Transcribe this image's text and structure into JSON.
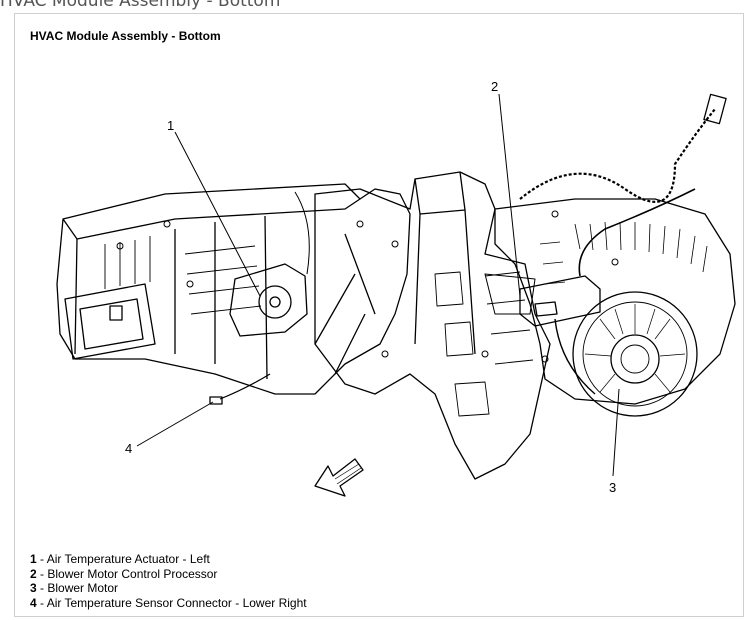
{
  "page_caption": "HVAC Module Assembly - Bottom",
  "figure": {
    "title": "HVAC Module Assembly - Bottom"
  },
  "callouts": [
    {
      "num": "1",
      "label": "Air Temperature Actuator - Left"
    },
    {
      "num": "2",
      "label": "Blower Motor Control Processor"
    },
    {
      "num": "3",
      "label": "Blower Motor"
    },
    {
      "num": "4",
      "label": "Air Temperature Sensor Connector - Lower Right"
    }
  ],
  "legend_separator": " - "
}
